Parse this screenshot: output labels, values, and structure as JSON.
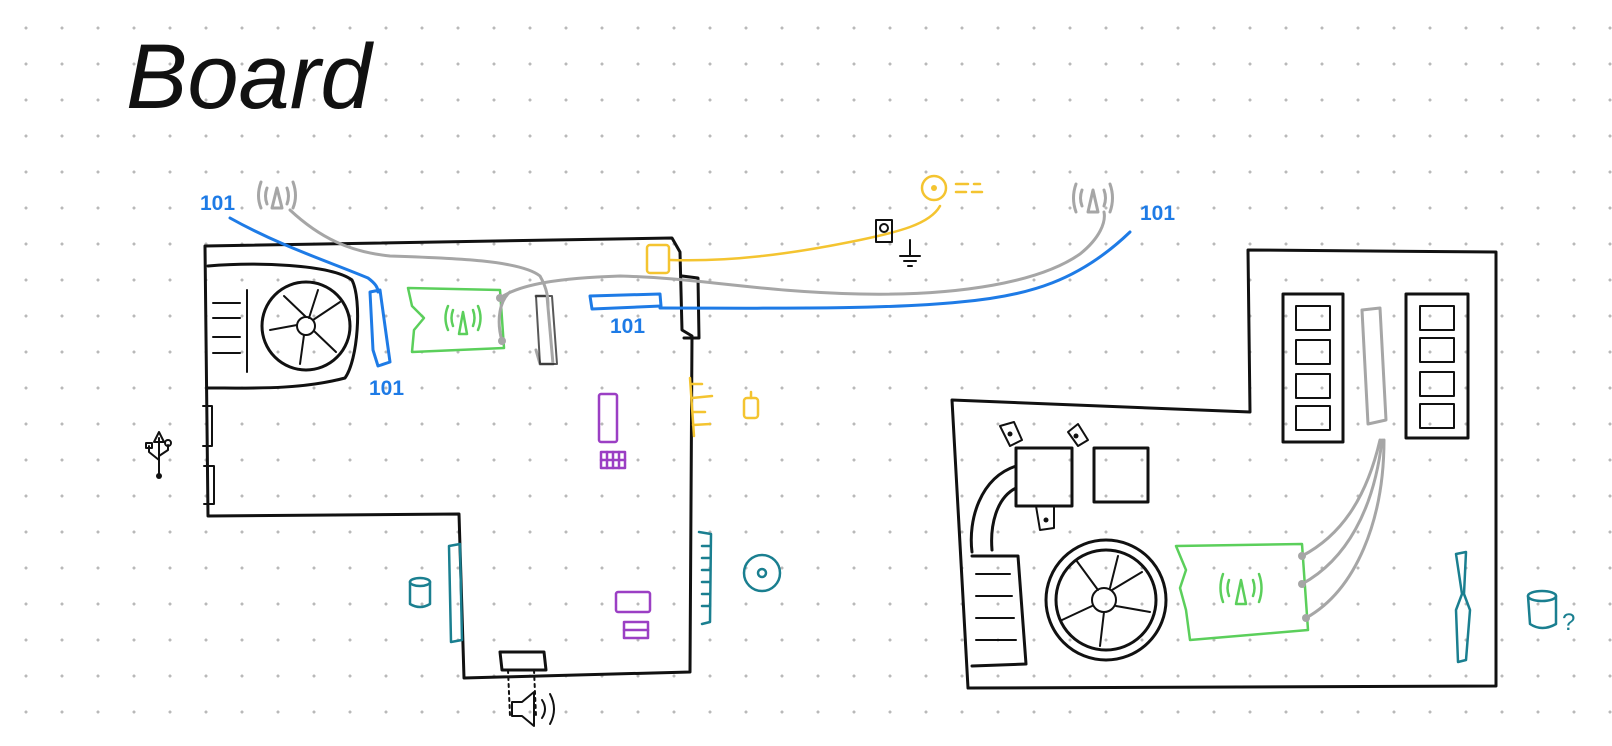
{
  "title": "Board",
  "colors": {
    "ink": "#111111",
    "network_blue": "#1e7be6",
    "antenna_gray": "#a6a6a6",
    "power_yellow": "#f4c430",
    "wifi_green": "#5bcf5b",
    "chip_purple": "#9b3fc4",
    "storage_teal": "#1a7f90"
  },
  "left_board": {
    "cable_labels": [
      "101",
      "101",
      "101"
    ]
  },
  "right_board": {
    "drive_label": "?"
  },
  "top": {
    "network_label": "101"
  }
}
